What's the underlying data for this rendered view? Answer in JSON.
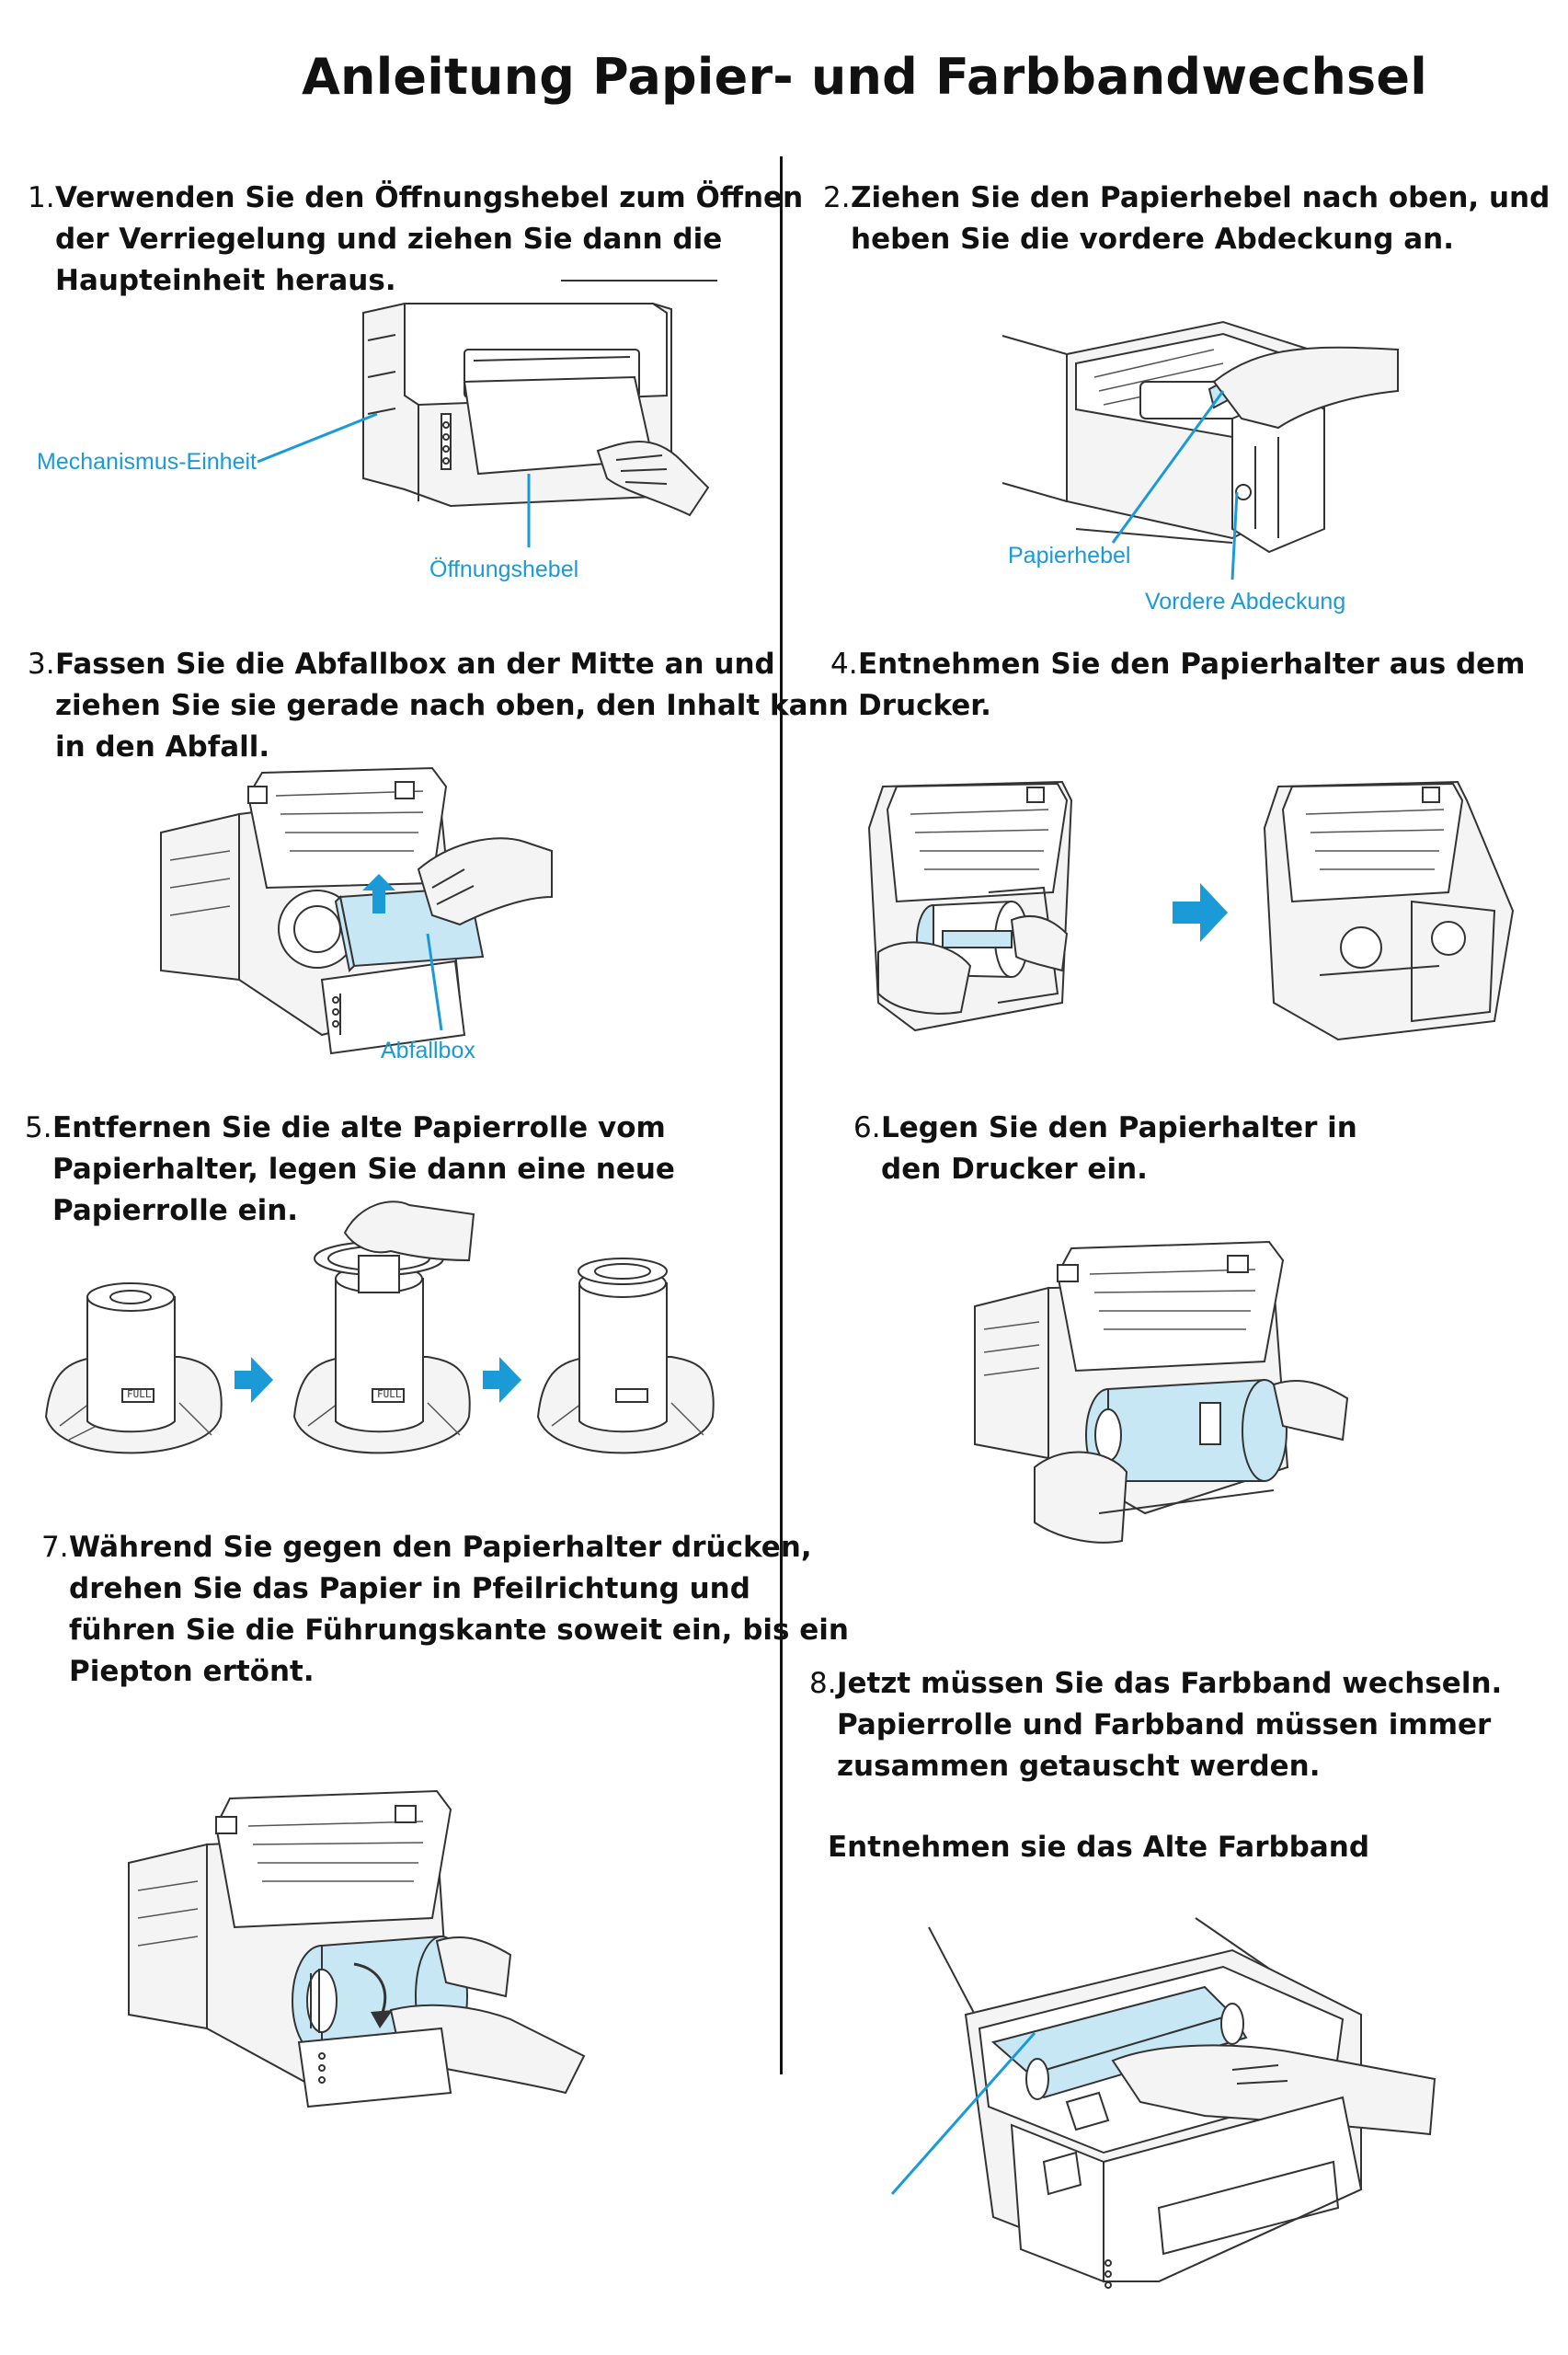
{
  "title": "Anleitung Papier- und Farbbandwechsel",
  "steps": [
    {
      "num": "1.",
      "lines": [
        "Verwenden Sie den Öffnungshebel zum Öffnen",
        "der Verriegelung und ziehen Sie dann die",
        "Haupteinheit heraus."
      ]
    },
    {
      "num": "2.",
      "lines": [
        "Ziehen Sie den Papierhebel nach oben, und",
        "heben Sie die vordere Abdeckung an."
      ]
    },
    {
      "num": "3.",
      "lines": [
        "Fassen Sie die Abfallbox an der Mitte an und",
        "ziehen Sie sie gerade nach oben, den Inhalt kann",
        "in den Abfall."
      ]
    },
    {
      "num": "4.",
      "lines": [
        "Entnehmen Sie den Papierhalter aus dem",
        "Drucker."
      ]
    },
    {
      "num": "5.",
      "lines": [
        "Entfernen Sie die alte Papierrolle vom",
        "Papierhalter, legen Sie dann eine neue",
        "Papierrolle ein."
      ]
    },
    {
      "num": "6.",
      "lines": [
        "Legen Sie den Papierhalter in",
        "den Drucker ein."
      ]
    },
    {
      "num": "7.",
      "lines": [
        "Während Sie gegen den Papierhalter drücken,",
        "drehen Sie das Papier in Pfeilrichtung und",
        "führen Sie die Führungskante soweit ein, bis ein",
        "Piepton ertönt."
      ]
    },
    {
      "num": "8.",
      "lines": [
        "Jetzt müssen Sie das Farbband wechseln.",
        "Papierrolle und Farbband müssen immer",
        "zusammen getauscht werden."
      ]
    }
  ],
  "step8_sub": "Entnehmen sie das Alte Farbband",
  "labels": {
    "mechanismus": "Mechanismus-Einheit",
    "oeffnungshebel": "Öffnungshebel",
    "papierhebel": "Papierhebel",
    "vordere_abdeckung": "Vordere Abdeckung",
    "abfallbox": "Abfallbox"
  },
  "roll_tag": "FULL",
  "colors": {
    "accent": "#1a9ad6",
    "highlight": "#c8e7f5"
  }
}
